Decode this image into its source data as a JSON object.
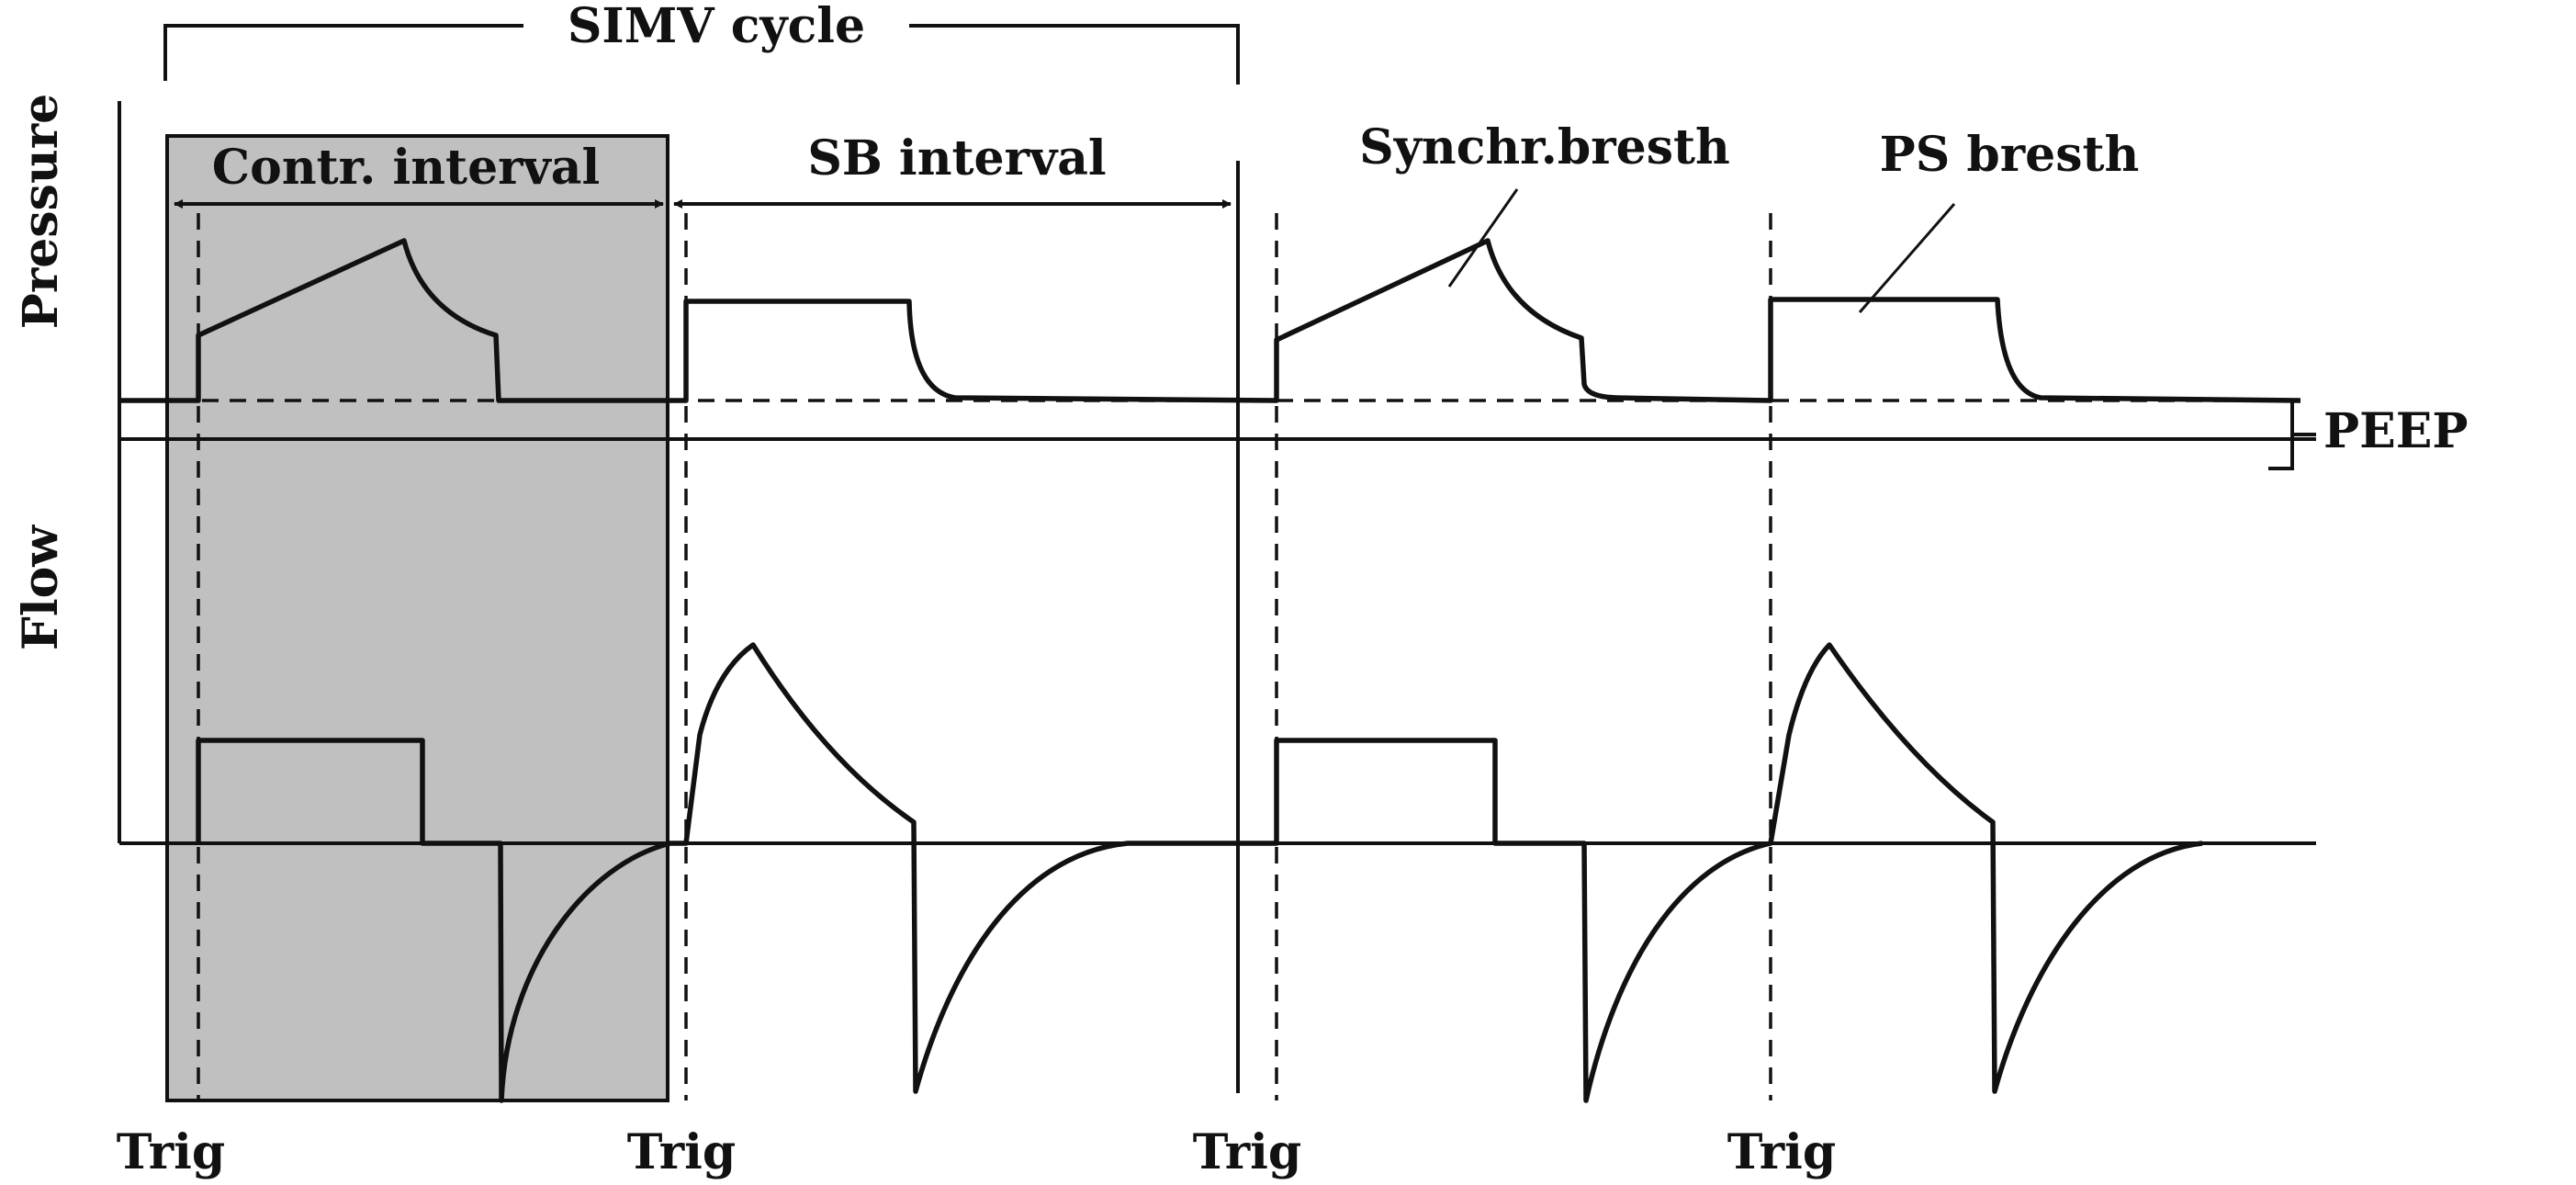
{
  "title": "SIMV cycle",
  "axes": {
    "pressure": "Pressure",
    "flow": "Flow"
  },
  "intervals": {
    "control": "Contr. interval",
    "spontaneous": "SB interval"
  },
  "annotations": {
    "synchronized_breath": "Synchr.bresth",
    "pressure_support_breath": "PS bresth",
    "peep": "PEEP"
  },
  "triggers": [
    "Trig",
    "Trig",
    "Trig",
    "Trig"
  ],
  "colors": {
    "control_interval_fill": "#c0c0c0",
    "stroke": "#111111",
    "background": "#ffffff"
  }
}
